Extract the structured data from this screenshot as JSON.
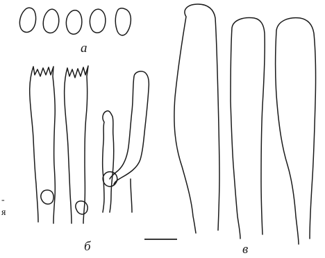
{
  "figure": {
    "panel_labels": {
      "a": "а",
      "b": "б",
      "c": "в"
    },
    "edge_text": {
      "line1": "-",
      "line2": "я"
    }
  }
}
